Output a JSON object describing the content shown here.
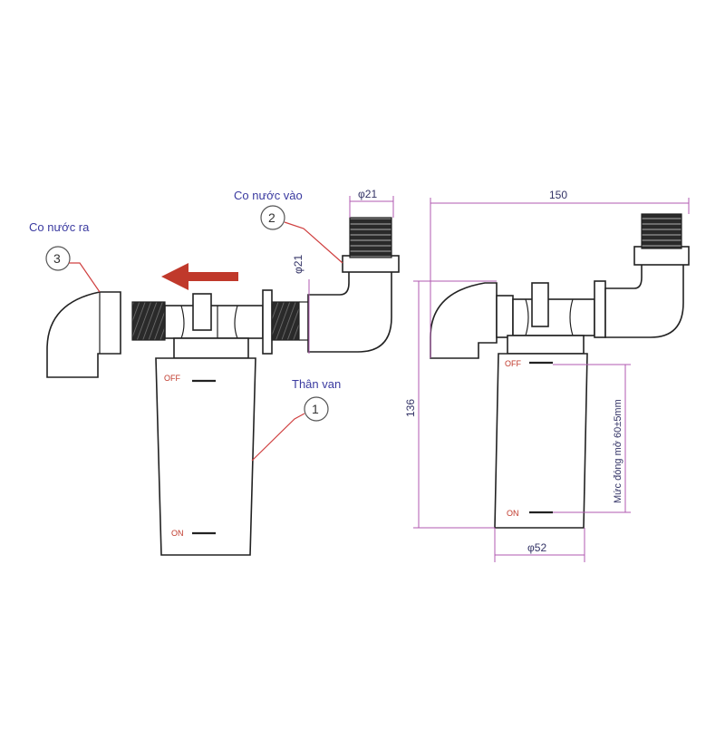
{
  "labels": {
    "outlet_elbow": "Co nước ra",
    "inlet_elbow": "Co nước vào",
    "valve_body": "Thân van"
  },
  "callouts": [
    "3",
    "2",
    "1"
  ],
  "markings": {
    "off": "OFF",
    "on": "ON"
  },
  "dimensions": {
    "inlet_diameter_top": "φ21",
    "inlet_diameter_side": "φ21",
    "total_width": "150",
    "total_height": "136",
    "body_diameter": "φ52",
    "open_close_level": "Mức đóng mở 60±5mm"
  },
  "colors": {
    "label_text": "#3a3aa0",
    "marking_text": "#c0392b",
    "dimension_line": "#b05ab0",
    "flow_arrow": "#c0392b",
    "leader_line": "#d04040"
  }
}
